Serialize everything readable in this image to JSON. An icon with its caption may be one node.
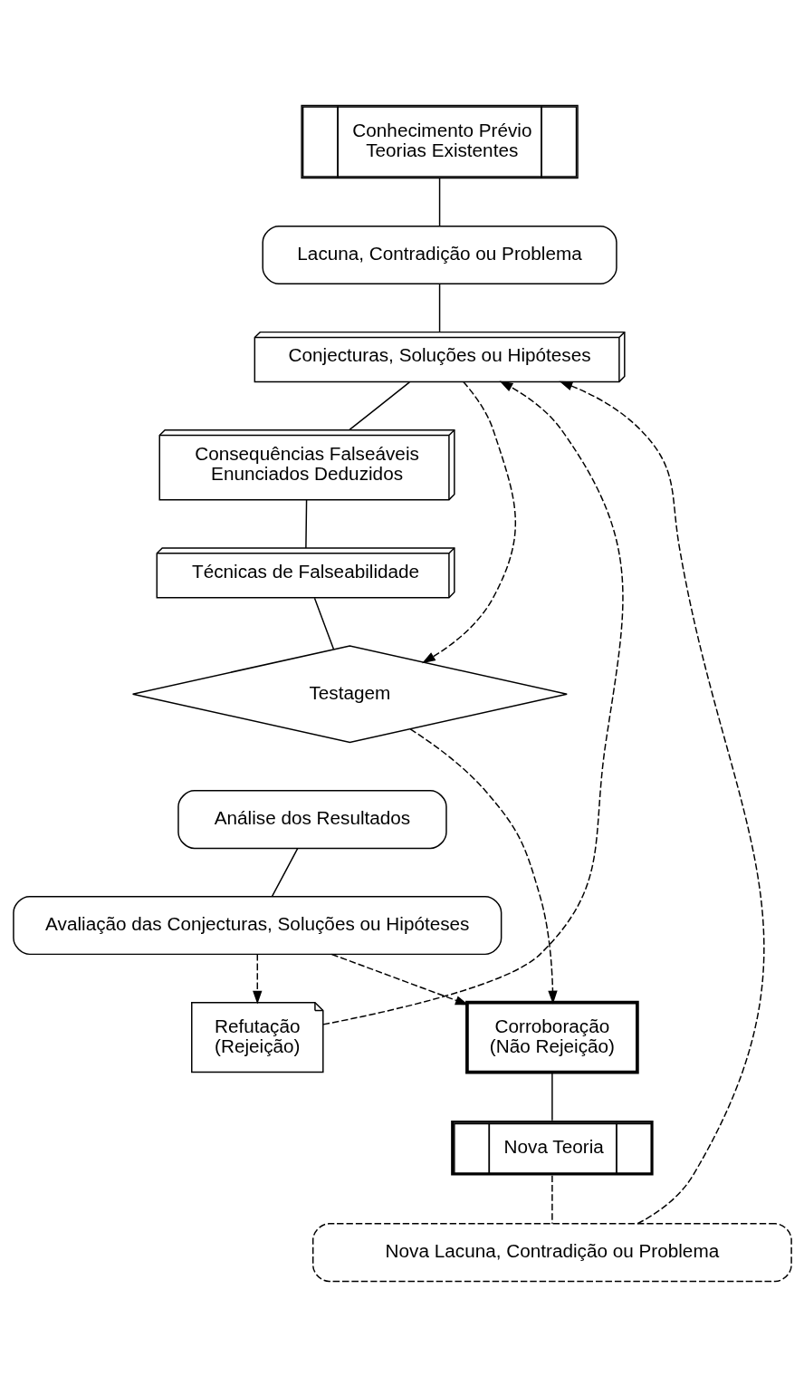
{
  "diagram": {
    "nodes": [
      {
        "text": [
          "Conhecimento Prévio",
          "Teorias Existentes"
        ]
      },
      {
        "text": [
          "Lacuna, Contradição ou Problema"
        ]
      },
      {
        "text": [
          "Conjecturas, Soluções ou Hipóteses"
        ]
      },
      {
        "text": [
          "Consequências Falseáveis",
          "Enunciados Deduzidos"
        ]
      },
      {
        "text": [
          "Técnicas de Falseabilidade"
        ]
      },
      {
        "text": [
          "Testagem"
        ]
      },
      {
        "text": [
          "Análise dos Resultados"
        ]
      },
      {
        "text": [
          "Avaliação das Conjecturas, Soluções ou Hipóteses"
        ]
      },
      {
        "text": [
          "Refutação",
          "(Rejeição)"
        ]
      },
      {
        "text": [
          "Corroboração",
          "(Não Rejeição)"
        ]
      },
      {
        "text": [
          "Nova Teoria"
        ]
      },
      {
        "text": [
          "Nova Lacuna, Contradição ou Problema"
        ]
      }
    ],
    "edges": [
      {
        "from": 0,
        "to": 1,
        "arrow": "none"
      },
      {
        "from": 1,
        "to": 2,
        "arrow": "none"
      },
      {
        "from": 2,
        "to": 3,
        "arrow": "none"
      },
      {
        "from": 3,
        "to": 4,
        "arrow": "none"
      },
      {
        "from": 4,
        "to": 5,
        "arrow": "none"
      },
      {
        "from": 6,
        "to": 7,
        "arrow": "none"
      },
      {
        "from": 7,
        "to": 8,
        "arrow": "to",
        "style": "dashed"
      },
      {
        "from": 7,
        "to": 9,
        "arrow": "to",
        "style": "dashed"
      },
      {
        "from": 9,
        "to": 10,
        "arrow": "none"
      },
      {
        "from": 10,
        "to": 11,
        "arrow": "none",
        "style": "dashed"
      },
      {
        "from": 8,
        "to": 2,
        "arrow": "to",
        "style": "dashed"
      },
      {
        "from": 2,
        "to": 5,
        "arrow": "to",
        "style": "dashed"
      },
      {
        "from": 5,
        "to": 9,
        "arrow": "to",
        "style": "dashed"
      },
      {
        "from": 11,
        "to": 2,
        "arrow": "to",
        "style": "dashed"
      }
    ]
  }
}
